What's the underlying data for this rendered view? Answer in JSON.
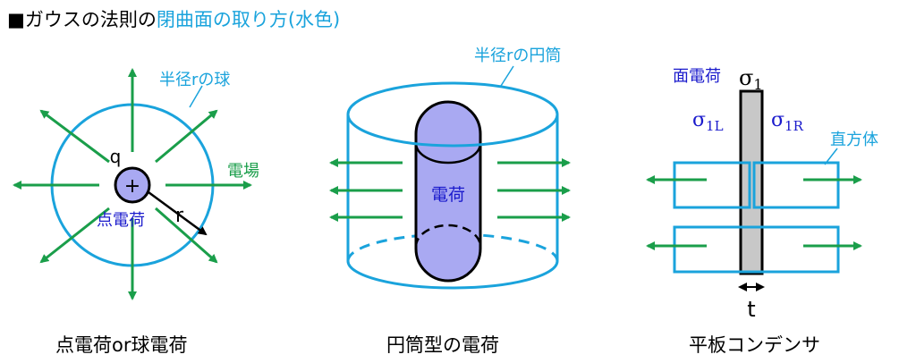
{
  "title": {
    "prefix": "■ガウスの法則の",
    "highlight": "閉曲面の取り方(水色)"
  },
  "colors": {
    "surface": "#1aa3dc",
    "field": "#1a9e4a",
    "charge_fill": "#a9a9f2",
    "charge_label": "#1a1acc",
    "plate": "#c8c8c8"
  },
  "panel1": {
    "sphere_label": "半径rの球",
    "field_label": "電場",
    "charge_symbol": "q",
    "charge_sign": "+",
    "radius_label": "r",
    "charge_label": "点電荷",
    "caption": "点電荷or球電荷"
  },
  "panel2": {
    "cylinder_label": "半径rの円筒",
    "charge_label": "電荷",
    "caption": "円筒型の電荷"
  },
  "panel3": {
    "density_label": "面電荷",
    "sigma1": "σ",
    "sigma1_sub": "1",
    "sigma1L": "σ",
    "sigma1L_sub": "1L",
    "sigma1R": "σ",
    "sigma1R_sub": "1R",
    "box_label": "直方体",
    "thickness_label": "t",
    "caption": "平板コンデンサ"
  }
}
